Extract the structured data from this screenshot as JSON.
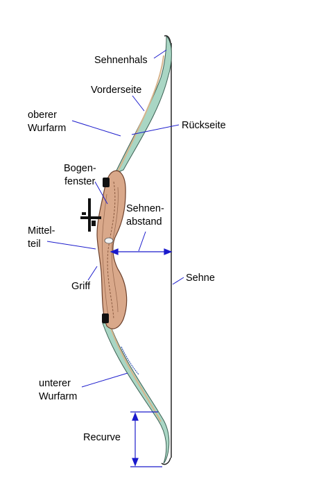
{
  "labels": {
    "sehnenhals": "Sehnenhals",
    "vorderseite": "Vorderseite",
    "oberer_wurfarm_line1": "oberer",
    "oberer_wurfarm_line2": "Wurfarm",
    "rueckseite": "Rückseite",
    "bogenfenster_line1": "Bogen-",
    "bogenfenster_line2": "fenster",
    "sehnenabstand_line1": "Sehnen-",
    "sehnenabstand_line2": "abstand",
    "mittelteil_line1": "Mittel-",
    "mittelteil_line2": "teil",
    "griff": "Griff",
    "sehne": "Sehne",
    "unterer_wurfarm_line1": "unterer",
    "unterer_wurfarm_line2": "Wurfarm",
    "recurve": "Recurve"
  },
  "colors": {
    "limb": "#a9d6c4",
    "limb_edge": "#3a5f52",
    "riser": "#d9a88a",
    "riser_edge": "#6b3f2a",
    "leader_line": "#1a1acc",
    "arrow": "#1a1acc",
    "string": "#000000"
  }
}
